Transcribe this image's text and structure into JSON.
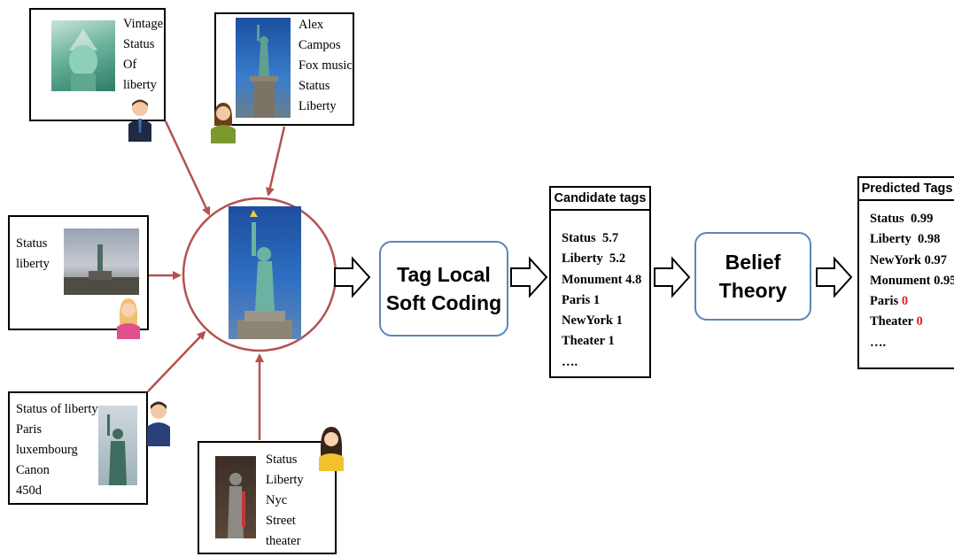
{
  "user_posts": [
    {
      "tags": [
        "Vintage",
        "Status",
        "Of",
        "liberty"
      ]
    },
    {
      "tags": [
        "Alex",
        "Campos",
        "Fox music",
        "Status",
        "Liberty"
      ]
    },
    {
      "tags": [
        "Status",
        "liberty"
      ]
    },
    {
      "tags": [
        "Status of liberty",
        "Paris",
        "luxembourg",
        "Canon",
        "450d"
      ]
    },
    {
      "tags": [
        "Status",
        "Liberty",
        "Nyc",
        "Street",
        "theater"
      ]
    }
  ],
  "process": {
    "step1": [
      "Tag Local",
      "Soft Coding"
    ],
    "step2": [
      "Belief",
      "Theory"
    ]
  },
  "candidate_tags": {
    "title": "Candidate tags",
    "items": [
      {
        "tag": "Status",
        "score": "5.7"
      },
      {
        "tag": "Liberty",
        "score": "5.2"
      },
      {
        "tag": "Monument",
        "score": "4.8"
      },
      {
        "tag": "Paris",
        "score": "1"
      },
      {
        "tag": "NewYork",
        "score": "1"
      },
      {
        "tag": "Theater",
        "score": "1"
      },
      {
        "tag": "….",
        "score": ""
      }
    ]
  },
  "predicted_tags": {
    "title": "Predicted Tags",
    "items": [
      {
        "tag": "Status",
        "score": "0.99"
      },
      {
        "tag": "Liberty",
        "score": "0.98"
      },
      {
        "tag": "NewYork",
        "score": "0.97"
      },
      {
        "tag": "Monument",
        "score": "0.95"
      },
      {
        "tag": "Paris",
        "score": "0"
      },
      {
        "tag": "Theater",
        "score": "0"
      },
      {
        "tag": "….",
        "score": ""
      }
    ]
  },
  "colors": {
    "arrow": "#b5514f",
    "process_border": "#5b86b7",
    "zero_score": "#e0201b"
  }
}
